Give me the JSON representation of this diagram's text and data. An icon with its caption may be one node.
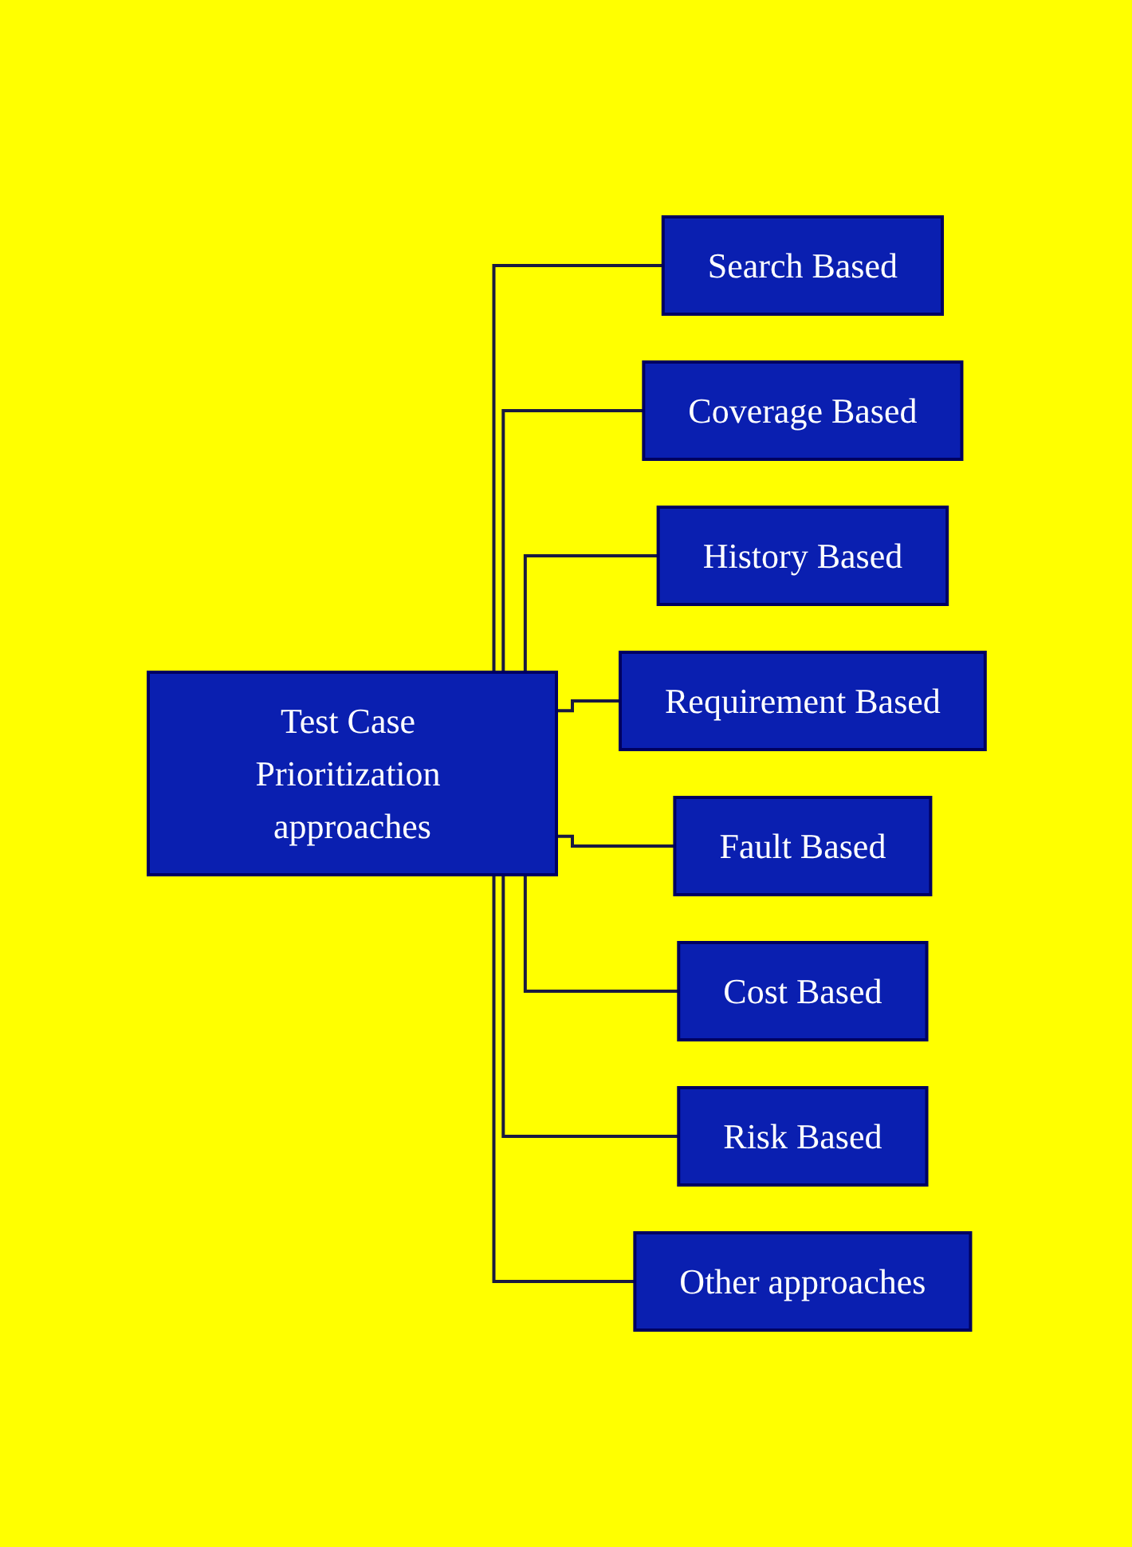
{
  "diagram": {
    "nodes": [
      {
        "text": [
          "Test Case Prioritization approaches"
        ]
      },
      {
        "text": [
          "Search Based"
        ]
      },
      {
        "text": [
          "Coverage Based"
        ]
      },
      {
        "text": [
          "History Based"
        ]
      },
      {
        "text": [
          "Requirement Based"
        ]
      },
      {
        "text": [
          "Fault Based"
        ]
      },
      {
        "text": [
          "Cost Based"
        ]
      },
      {
        "text": [
          "Risk Based"
        ]
      },
      {
        "text": [
          "Other approaches"
        ]
      }
    ],
    "edges": [
      {
        "from": 0,
        "to": 1,
        "arrow": "none"
      },
      {
        "from": 0,
        "to": 2,
        "arrow": "none"
      },
      {
        "from": 0,
        "to": 3,
        "arrow": "none"
      },
      {
        "from": 0,
        "to": 4,
        "arrow": "none"
      },
      {
        "from": 0,
        "to": 5,
        "arrow": "none"
      },
      {
        "from": 0,
        "to": 6,
        "arrow": "none"
      },
      {
        "from": 0,
        "to": 7,
        "arrow": "none"
      },
      {
        "from": 0,
        "to": 8,
        "arrow": "none"
      }
    ]
  }
}
